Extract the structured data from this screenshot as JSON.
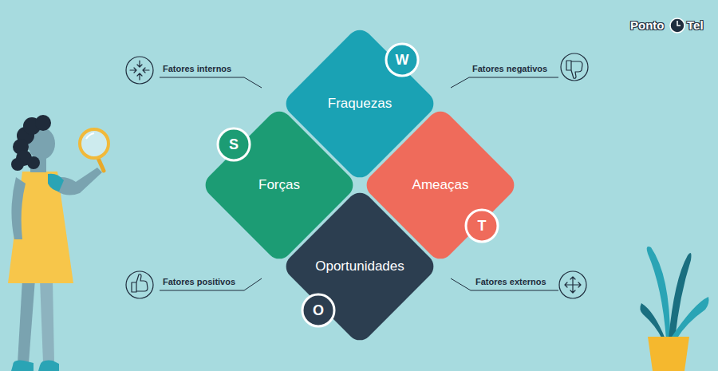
{
  "diagram": {
    "nodes": [
      {
        "text": [
          "Fraquezas"
        ]
      },
      {
        "text": [
          "W"
        ],
        "in": 0
      },
      {
        "text": [
          "Forças"
        ]
      },
      {
        "text": [
          "S"
        ],
        "in": 2
      },
      {
        "text": [
          "Ameaças"
        ]
      },
      {
        "text": [
          "T"
        ],
        "in": 4
      },
      {
        "text": [
          "Oportunidades"
        ]
      },
      {
        "text": [
          "O"
        ],
        "in": 6
      }
    ],
    "labels": [
      "Fatores internos",
      "Fatores negativos",
      "Fatores positivos",
      "Fatores externos",
      "Ponto",
      "Tel"
    ]
  }
}
